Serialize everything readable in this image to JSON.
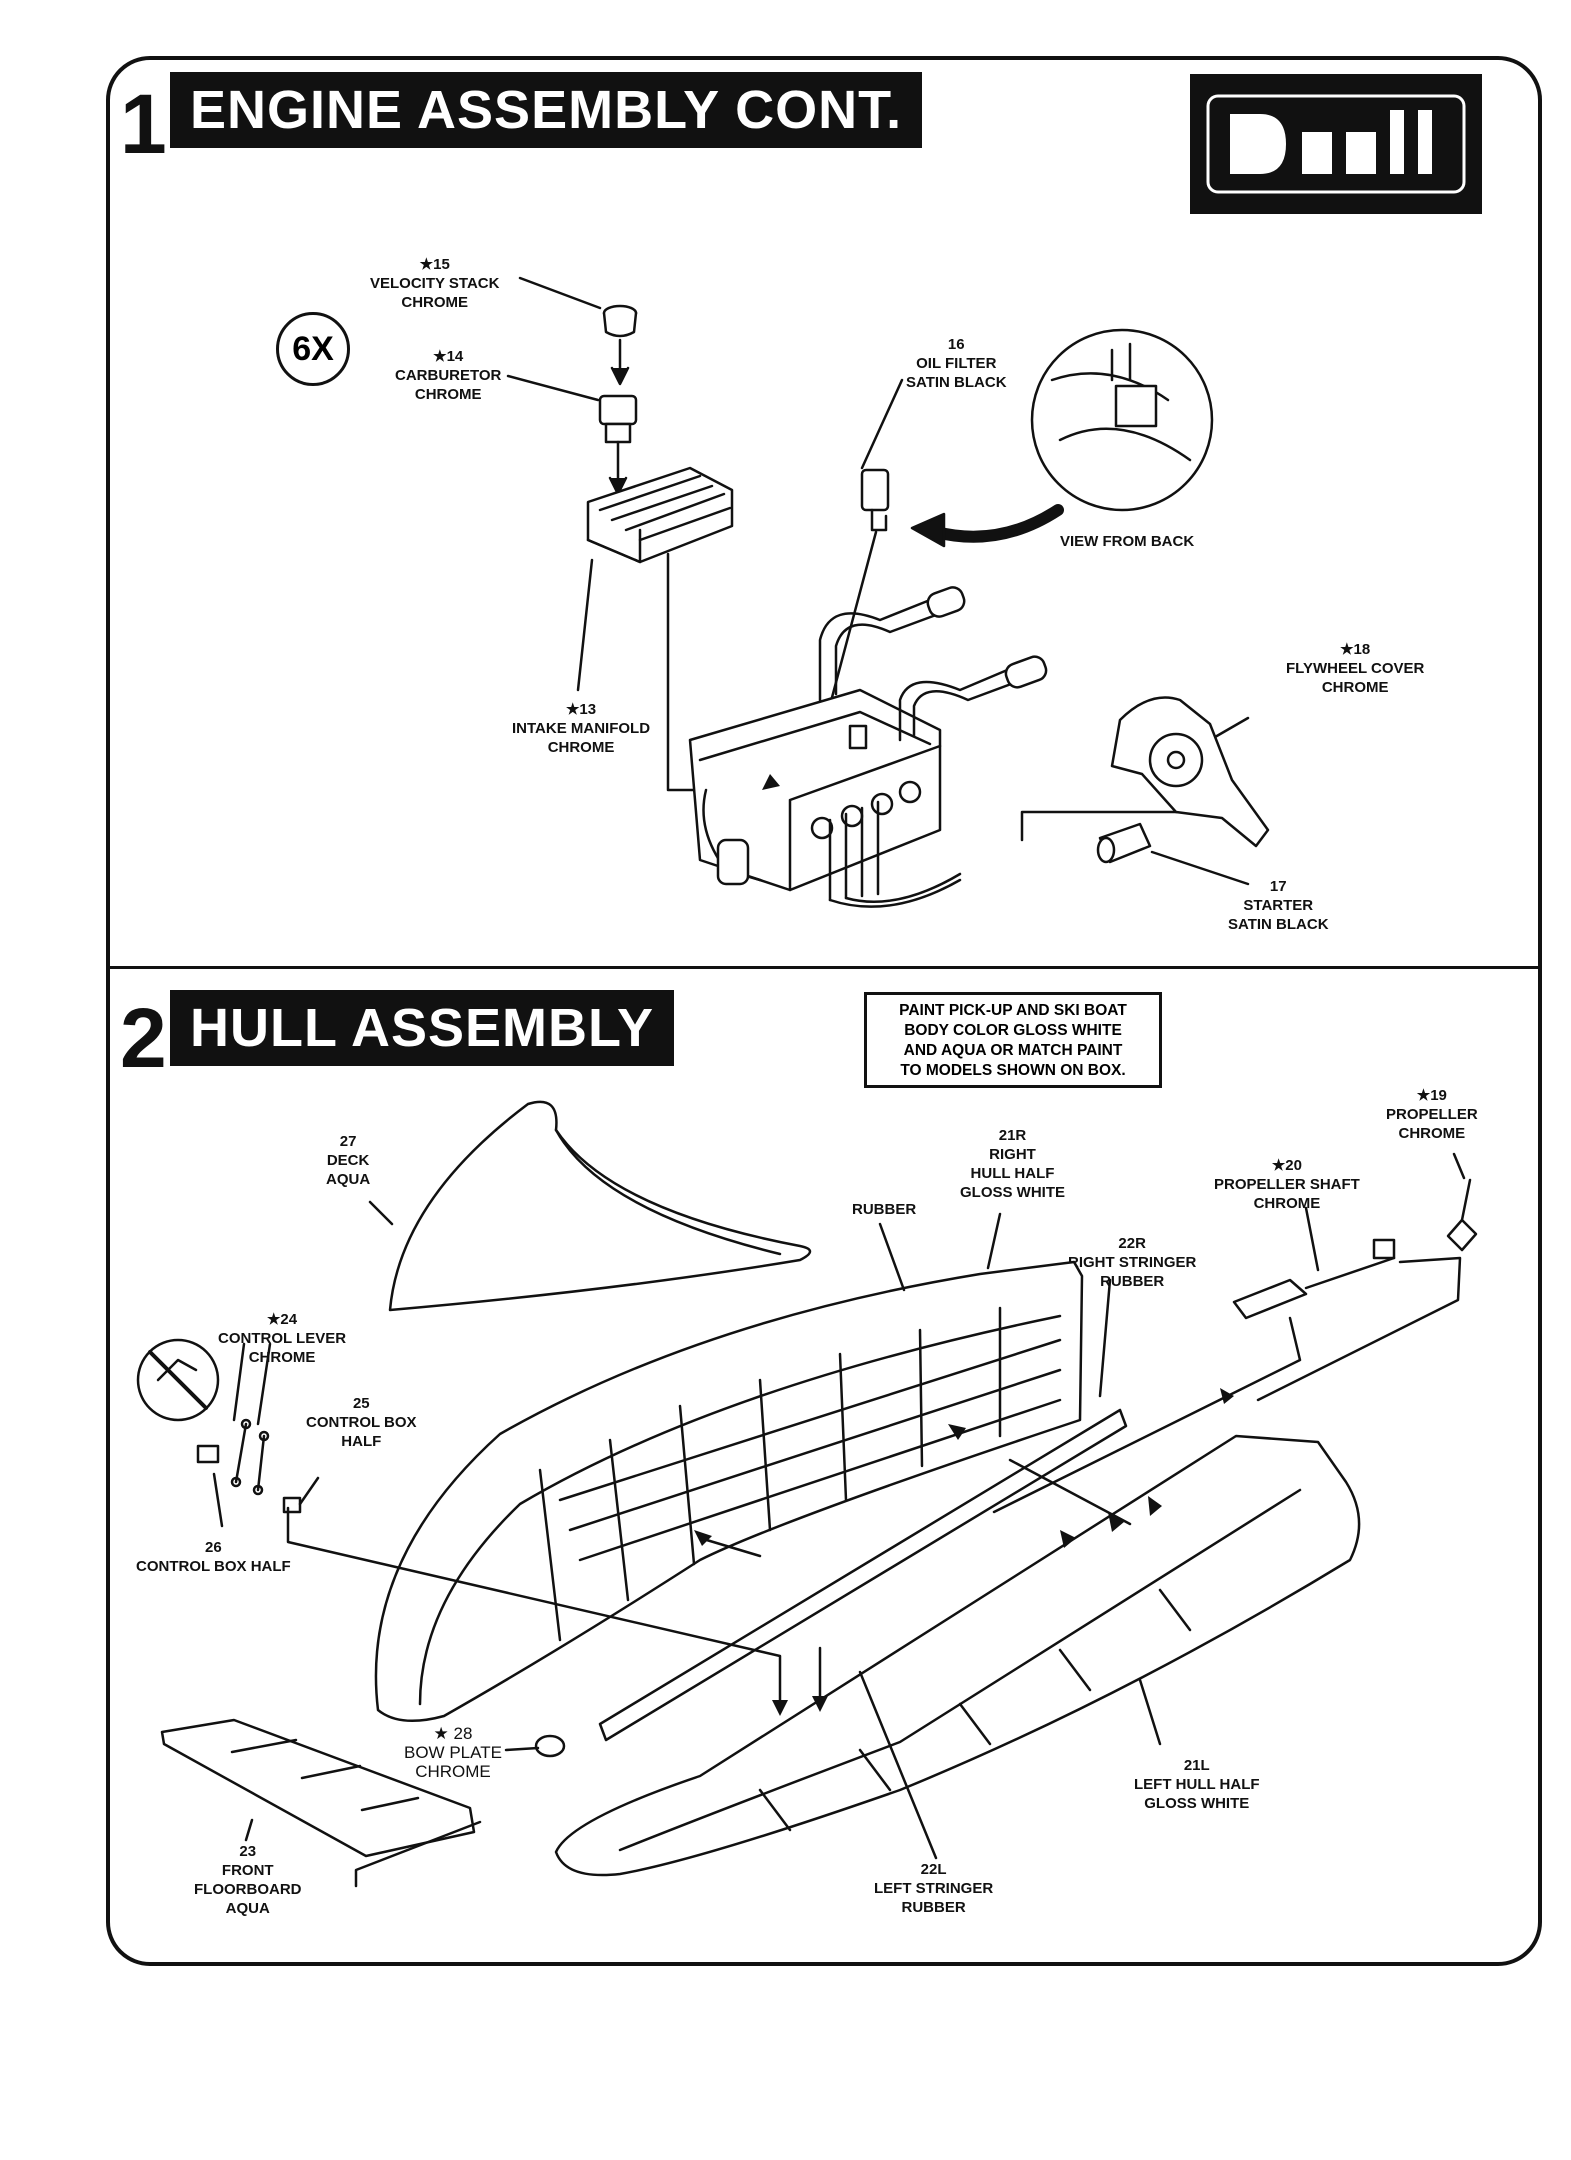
{
  "step1": {
    "number": "1",
    "title": "ENGINE ASSEMBLY CONT.",
    "quantity_badge": "6X",
    "parts": {
      "velocity_stack": [
        "★15",
        "VELOCITY STACK",
        "CHROME"
      ],
      "carburetor": [
        "★14",
        "CARBURETOR",
        "CHROME"
      ],
      "oil_filter": [
        "16",
        "OIL FILTER",
        "SATIN BLACK"
      ],
      "view_from_back": [
        "VIEW FROM BACK"
      ],
      "intake_manifold": [
        "★13",
        "INTAKE MANIFOLD",
        "CHROME"
      ],
      "flywheel_cover": [
        "★18",
        "FLYWHEEL COVER",
        "CHROME"
      ],
      "starter": [
        "17",
        "STARTER",
        "SATIN BLACK"
      ]
    }
  },
  "step2": {
    "number": "2",
    "title": "HULL ASSEMBLY",
    "paint_note": [
      "PAINT PICK-UP AND SKI BOAT",
      "BODY COLOR GLOSS WHITE",
      "AND AQUA OR MATCH PAINT",
      "TO MODELS SHOWN ON BOX."
    ],
    "parts": {
      "propeller": [
        "★19",
        "PROPELLER",
        "CHROME"
      ],
      "deck": [
        "27",
        "DECK",
        "AQUA"
      ],
      "right_hull_half": [
        "21R",
        "RIGHT",
        "HULL HALF",
        "GLOSS WHITE"
      ],
      "propeller_shaft": [
        "★20",
        "PROPELLER SHAFT",
        "CHROME"
      ],
      "rubber": [
        "RUBBER"
      ],
      "right_stringer": [
        "22R",
        "RIGHT STRINGER",
        "RUBBER"
      ],
      "control_lever": [
        "★24",
        "CONTROL LEVER",
        "CHROME"
      ],
      "control_box_half_25": [
        "25",
        "CONTROL BOX",
        "HALF"
      ],
      "control_box_half_26": [
        "26",
        "CONTROL BOX HALF"
      ],
      "bow_plate": [
        "★ 28",
        "BOW PLATE",
        "CHROME"
      ],
      "left_hull_half": [
        "21L",
        "LEFT HULL HALF",
        "GLOSS WHITE"
      ],
      "front_floorboard": [
        "23",
        "FRONT",
        "FLOORBOARD",
        "AQUA"
      ],
      "left_stringer": [
        "22L",
        "LEFT STRINGER",
        "RUBBER"
      ]
    }
  }
}
